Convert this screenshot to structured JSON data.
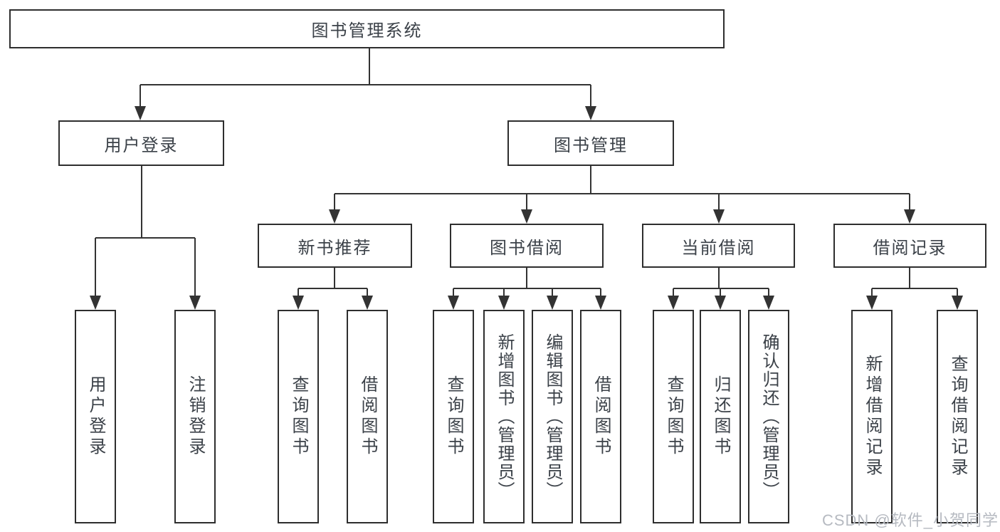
{
  "diagram": {
    "root": {
      "label": "图书管理系统"
    },
    "branches": [
      {
        "label": "用户登录",
        "leaves": [
          "用户登录",
          "注销登录"
        ]
      },
      {
        "label": "图书管理",
        "sections": [
          {
            "label": "新书推荐",
            "leaves": [
              "查询图书",
              "借阅图书"
            ]
          },
          {
            "label": "图书借阅",
            "leaves": [
              "查询图书",
              "新增图书（管理员）",
              "编辑图书（管理员）",
              "借阅图书"
            ]
          },
          {
            "label": "当前借阅",
            "leaves": [
              "查询图书",
              "归还图书",
              "确认归还（管理员）"
            ]
          },
          {
            "label": "借阅记录",
            "leaves": [
              "新增借阅记录",
              "查询借阅记录"
            ]
          }
        ]
      }
    ]
  },
  "watermark": {
    "text": "CSDN @软件_小贺同学"
  },
  "colors": {
    "line": "#333333",
    "box_border": "#2e2e2e",
    "text": "#3b4148",
    "background": "#ffffff",
    "watermark": "#b6bac1"
  }
}
